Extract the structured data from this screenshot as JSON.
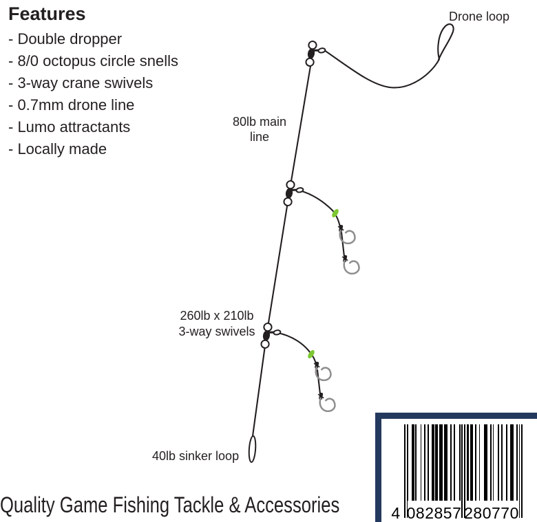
{
  "features": {
    "title": "Features",
    "items": [
      "- Double dropper",
      "- 8/0 octopus circle snells",
      "- 3-way crane swivels",
      "- 0.7mm drone line",
      "- Lumo attractants",
      "- Locally made"
    ]
  },
  "diagram": {
    "drone_loop_label": "Drone loop",
    "main_line_label_line1": "80lb main",
    "main_line_label_line2": "line",
    "swivels_label_line1": "260lb x 210lb",
    "swivels_label_line2": "3-way swivels",
    "sinker_loop_label": "40lb sinker loop"
  },
  "footer": {
    "tagline": "Quality Game Fishing Tackle & Accessories"
  },
  "barcode": {
    "first_digit": "4",
    "group1": "082857",
    "group2": "280770",
    "pattern_groups": [
      "101",
      "0001101",
      "0001001",
      "0010011",
      "0110111",
      "0111001",
      "0010001",
      "01010",
      "1101100",
      "1001000",
      "1110010",
      "1000100",
      "1000100",
      "1110010",
      "101"
    ]
  },
  "colors": {
    "ink": "#231f20",
    "hook": "#8e8e8e",
    "lumo": "#7dc832",
    "navy": "#24395e"
  }
}
